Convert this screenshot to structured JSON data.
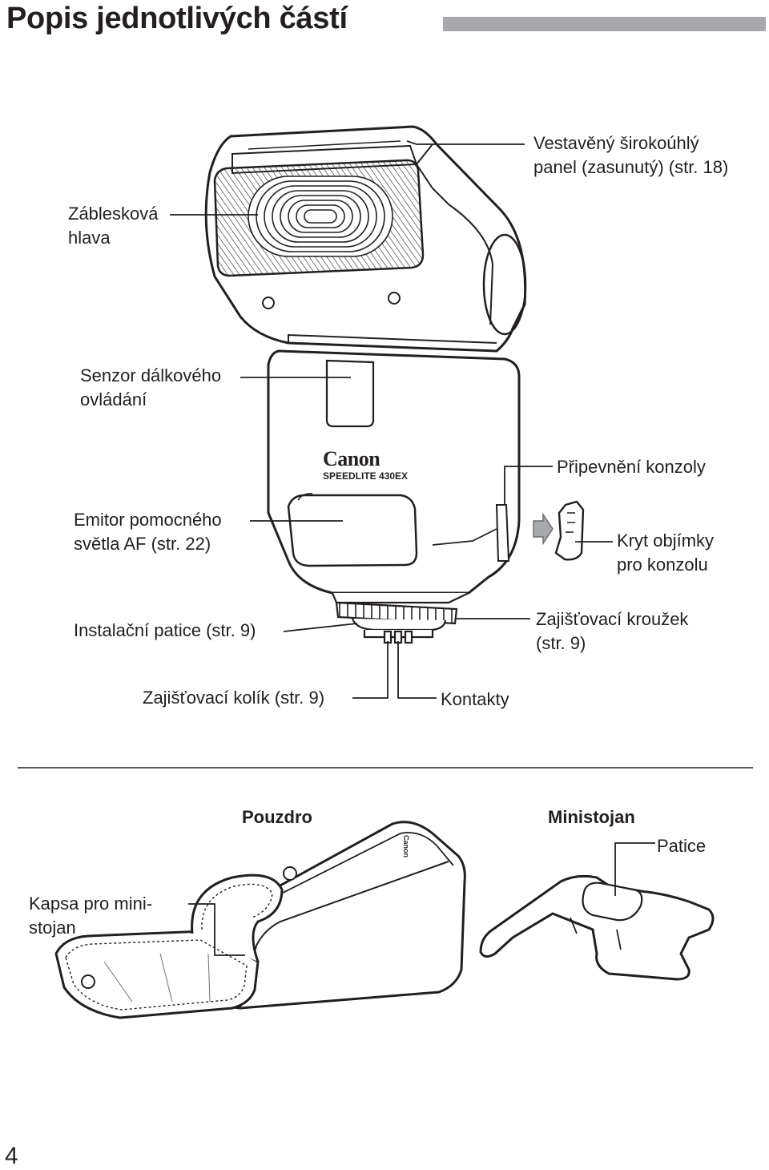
{
  "page": {
    "title": "Popis jednotlivých částí",
    "number": "4"
  },
  "flash": {
    "brand": "Canon",
    "model": "SPEEDLITE 430EX"
  },
  "labels": {
    "flash_head": [
      "Záblesková",
      "hlava"
    ],
    "wide_panel": [
      "Vestavěný širokoúhlý",
      "panel (zasunutý) (str. 18)"
    ],
    "remote_sensor": [
      "Senzor dálkového",
      "ovládání"
    ],
    "bracket_mount": "Připevnění konzoly",
    "af_emitter": [
      "Emitor pomocného",
      "světla AF (str. 22)"
    ],
    "socket_cover": [
      "Kryt objímky",
      "pro konzolu"
    ],
    "mounting_foot": "Instalační patice (str. 9)",
    "lock_ring": [
      "Zajišťovací kroužek",
      "(str. 9)"
    ],
    "lock_pin": "Zajišťovací kolík (str. 9)",
    "contacts": "Kontakty"
  },
  "accessories": {
    "case": {
      "heading": "Pouzdro",
      "pocket": [
        "Kapsa pro mini-",
        "stojan"
      ],
      "logo": "Canon"
    },
    "stand": {
      "heading": "Ministojan",
      "shoe": "Patice"
    }
  }
}
